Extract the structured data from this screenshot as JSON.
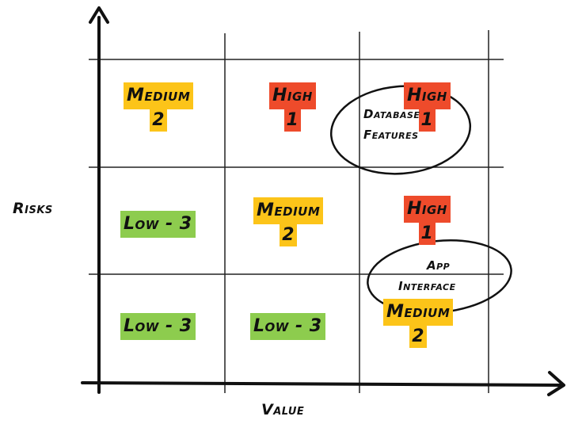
{
  "axes": {
    "y_label": "Risks",
    "x_label": "Value"
  },
  "cells": {
    "r1c1": {
      "level": "Medium",
      "count": "2",
      "color": "#fcc419"
    },
    "r1c2": {
      "level": "High",
      "count": "1",
      "color": "#ee4b2b"
    },
    "r1c3": {
      "level": "High",
      "count": "1",
      "color": "#ee4b2b"
    },
    "r2c1": {
      "label": "Low - 3",
      "color": "#8dcc4e"
    },
    "r2c2": {
      "level": "Medium",
      "count": "2",
      "color": "#fcc419"
    },
    "r2c3": {
      "level": "High",
      "count": "1",
      "color": "#ee4b2b"
    },
    "r3c1": {
      "label": "Low - 3",
      "color": "#8dcc4e"
    },
    "r3c2": {
      "label": "Low - 3",
      "color": "#8dcc4e"
    },
    "r3c3": {
      "level": "Medium",
      "count": "2",
      "color": "#fcc419"
    }
  },
  "annotations": {
    "database_features": {
      "line1": "Database",
      "line2": "Features"
    },
    "app_interface": {
      "line1": "App",
      "line2": "Interface"
    }
  }
}
